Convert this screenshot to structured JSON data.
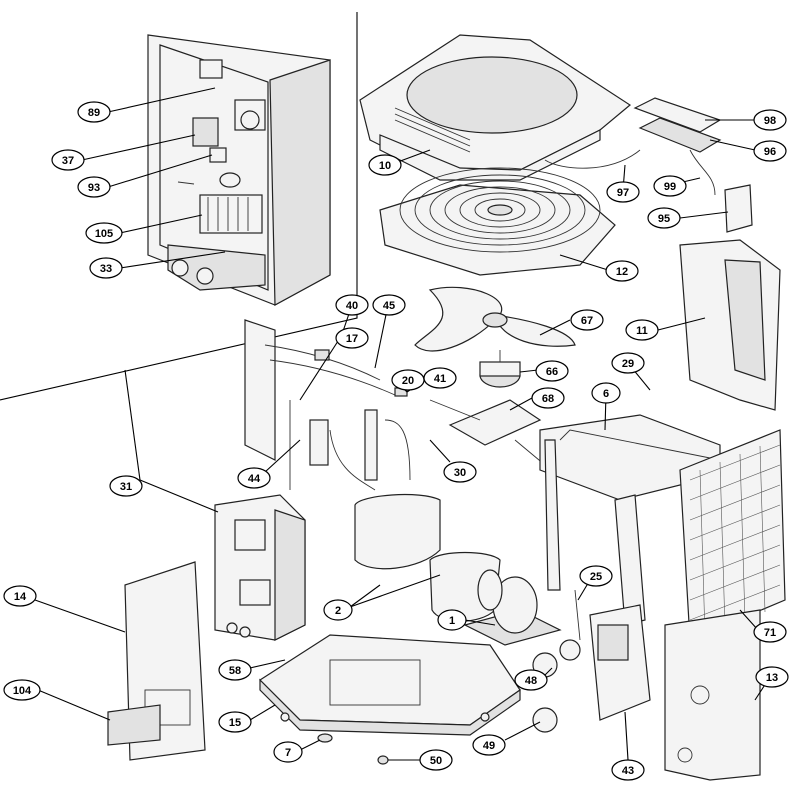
{
  "callouts": [
    {
      "id": "c1",
      "label": "1"
    },
    {
      "id": "c2",
      "label": "2"
    },
    {
      "id": "c6",
      "label": "6"
    },
    {
      "id": "c7",
      "label": "7"
    },
    {
      "id": "c10",
      "label": "10"
    },
    {
      "id": "c11",
      "label": "11"
    },
    {
      "id": "c12",
      "label": "12"
    },
    {
      "id": "c13",
      "label": "13"
    },
    {
      "id": "c14",
      "label": "14"
    },
    {
      "id": "c15",
      "label": "15"
    },
    {
      "id": "c17",
      "label": "17"
    },
    {
      "id": "c20",
      "label": "20"
    },
    {
      "id": "c25",
      "label": "25"
    },
    {
      "id": "c29",
      "label": "29"
    },
    {
      "id": "c30",
      "label": "30"
    },
    {
      "id": "c31",
      "label": "31"
    },
    {
      "id": "c33",
      "label": "33"
    },
    {
      "id": "c37",
      "label": "37"
    },
    {
      "id": "c40",
      "label": "40"
    },
    {
      "id": "c41",
      "label": "41"
    },
    {
      "id": "c43",
      "label": "43"
    },
    {
      "id": "c44",
      "label": "44"
    },
    {
      "id": "c45",
      "label": "45"
    },
    {
      "id": "c48",
      "label": "48"
    },
    {
      "id": "c49",
      "label": "49"
    },
    {
      "id": "c50",
      "label": "50"
    },
    {
      "id": "c58",
      "label": "58"
    },
    {
      "id": "c66",
      "label": "66"
    },
    {
      "id": "c67",
      "label": "67"
    },
    {
      "id": "c68",
      "label": "68"
    },
    {
      "id": "c71",
      "label": "71"
    },
    {
      "id": "c89",
      "label": "89"
    },
    {
      "id": "c93",
      "label": "93"
    },
    {
      "id": "c95",
      "label": "95"
    },
    {
      "id": "c96",
      "label": "96"
    },
    {
      "id": "c97",
      "label": "97"
    },
    {
      "id": "c98",
      "label": "98"
    },
    {
      "id": "c99",
      "label": "99"
    },
    {
      "id": "c104",
      "label": "104"
    },
    {
      "id": "c105",
      "label": "105"
    }
  ]
}
